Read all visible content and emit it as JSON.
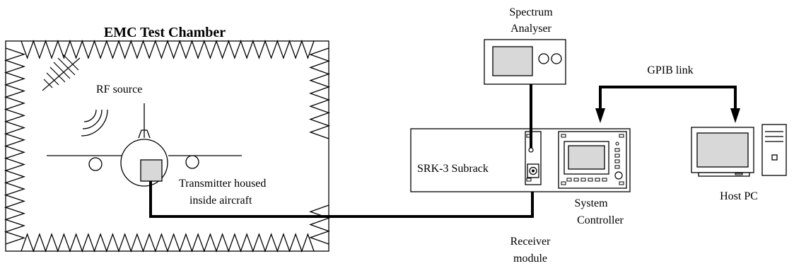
{
  "chamber": {
    "title": "EMC Test Chamber"
  },
  "labels": {
    "rf_source": "RF source",
    "transmitter_line1": "Transmitter housed",
    "transmitter_line2": "inside aircraft",
    "spectrum_line1": "Spectrum",
    "spectrum_line2": "Analyser",
    "gpib": "GPIB link",
    "subrack": "SRK-3 Subrack",
    "system_controller_line1": "System",
    "system_controller_line2": "Controller",
    "host_pc": "Host PC",
    "receiver_line1": "Receiver",
    "receiver_line2": "module"
  }
}
